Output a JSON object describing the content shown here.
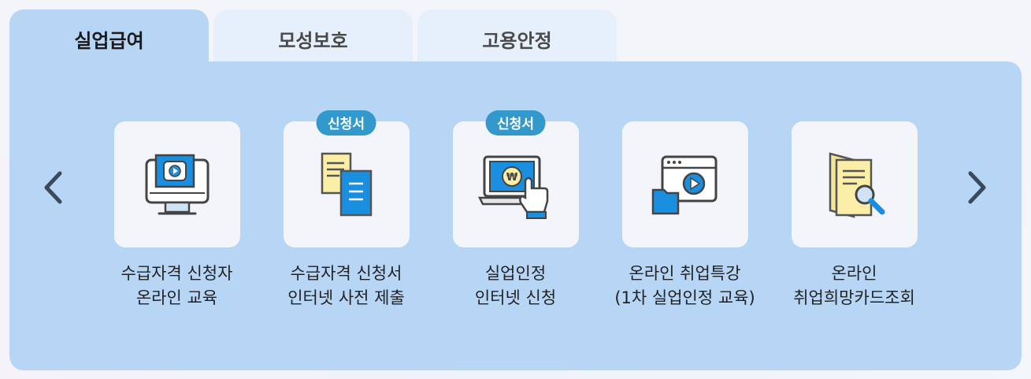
{
  "tabs": [
    {
      "label": "실업급여",
      "active": true
    },
    {
      "label": "모성보호",
      "active": false
    },
    {
      "label": "고용안정",
      "active": false
    }
  ],
  "items": [
    {
      "badge": "",
      "line1": "수급자격 신청자",
      "line2": "온라인 교육",
      "icon": "monitor-video-icon"
    },
    {
      "badge": "신청서",
      "line1": "수급자격 신청서",
      "line2": "인터넷 사전 제출",
      "icon": "documents-icon"
    },
    {
      "badge": "신청서",
      "line1": "실업인정",
      "line2": "인터넷 신청",
      "icon": "laptop-touch-icon"
    },
    {
      "badge": "",
      "line1": "온라인 취업특강",
      "line2": "(1차 실업인정 교육)",
      "icon": "browser-video-folder-icon"
    },
    {
      "badge": "",
      "line1": "온라인",
      "line2": "취업희망카드조회",
      "icon": "document-search-icon"
    }
  ],
  "colors": {
    "panel": "#b7d5f5",
    "tab_inactive": "#e6f0fc",
    "badge": "#3399cc",
    "icon_blue": "#1a8fe0",
    "icon_yellow": "#fbeea6"
  }
}
